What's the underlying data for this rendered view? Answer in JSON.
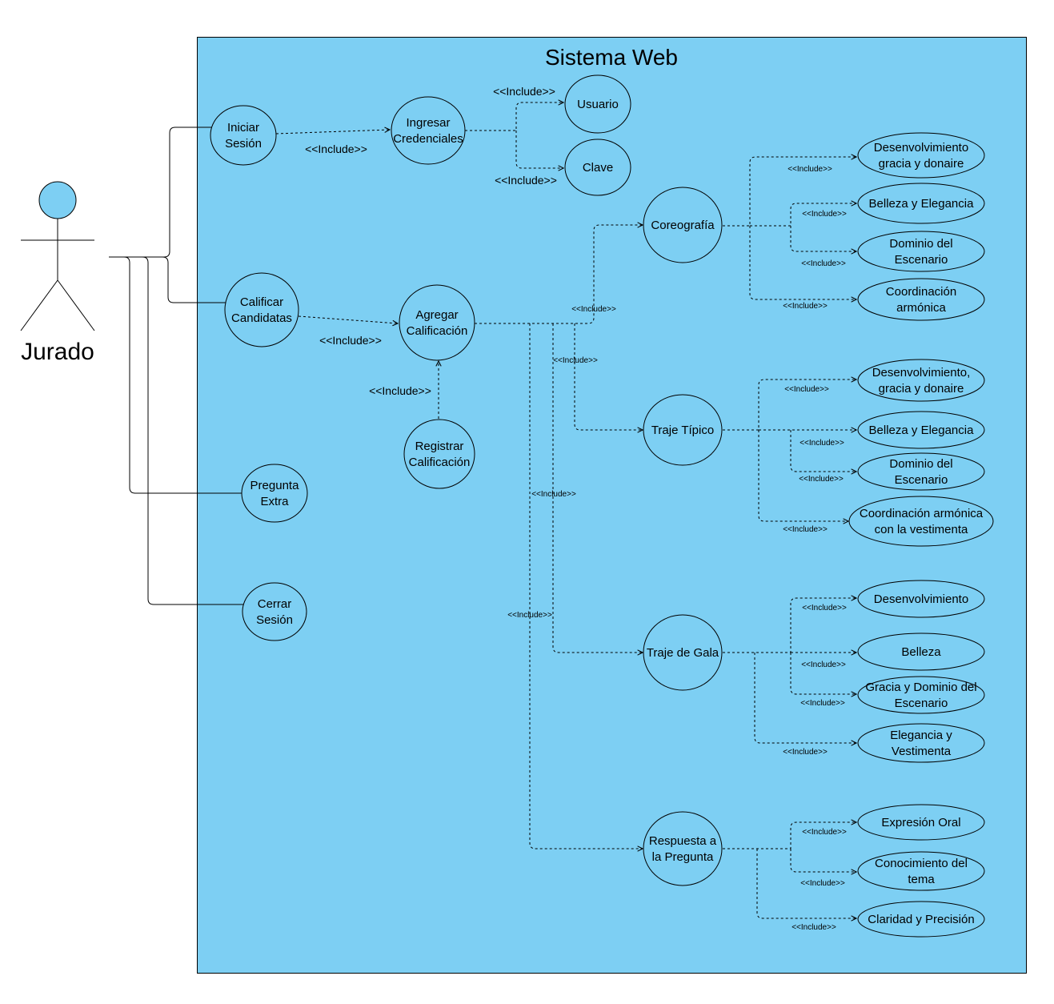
{
  "system": {
    "title": "Sistema Web",
    "color": "#7dcff3"
  },
  "actor": {
    "name": "Jurado",
    "color": "#7dcff3"
  },
  "include_label": "<<Include>>",
  "use_cases": {
    "iniciar_sesion": [
      "Iniciar",
      "Sesión"
    ],
    "ingresar_credenciales": [
      "Ingresar",
      "Credenciales"
    ],
    "usuario": [
      "Usuario"
    ],
    "clave": [
      "Clave"
    ],
    "calificar_candidatas": [
      "Calificar",
      "Candidatas"
    ],
    "agregar_calificacion": [
      "Agregar",
      "Calificación"
    ],
    "registrar_calificacion": [
      "Registrar",
      "Calificación"
    ],
    "pregunta_extra": [
      "Pregunta",
      "Extra"
    ],
    "cerrar_sesion": [
      "Cerrar",
      "Sesión"
    ],
    "coreografia": [
      "Coreografía"
    ],
    "coreo_desenvolvimiento": [
      "Desenvolvimiento",
      "gracia y donaire"
    ],
    "coreo_belleza": [
      "Belleza y Elegancia"
    ],
    "coreo_dominio": [
      "Dominio del",
      "Escenario"
    ],
    "coreo_coordinacion": [
      "Coordinación",
      "armónica"
    ],
    "traje_tipico": [
      "Traje Típico"
    ],
    "tipico_desenvolvimiento": [
      "Desenvolvimiento,",
      "gracia y donaire"
    ],
    "tipico_belleza": [
      "Belleza y Elegancia"
    ],
    "tipico_dominio": [
      "Dominio del",
      "Escenario"
    ],
    "tipico_coordinacion": [
      "Coordinación armónica",
      "con la vestimenta"
    ],
    "traje_gala": [
      "Traje de Gala"
    ],
    "gala_desenvolvimiento": [
      "Desenvolvimiento"
    ],
    "gala_belleza": [
      "Belleza"
    ],
    "gala_gracia": [
      "Gracia y Dominio del",
      "Escenario"
    ],
    "gala_elegancia": [
      "Elegancia y",
      "Vestimenta"
    ],
    "respuesta_pregunta": [
      "Respuesta a",
      "la Pregunta"
    ],
    "resp_expresion": [
      "Expresión Oral"
    ],
    "resp_conocimiento": [
      "Conocimiento del",
      "tema"
    ],
    "resp_claridad": [
      "Claridad y Precisión"
    ]
  }
}
